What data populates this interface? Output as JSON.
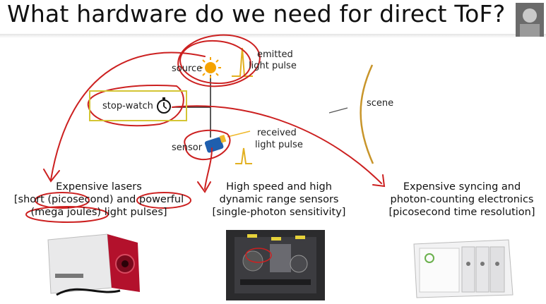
{
  "slide": {
    "title": "What hardware do we need for direct ToF?",
    "diagram": {
      "source_label": "source",
      "emitted_label_line1": "emitted",
      "emitted_label_line2": "light pulse",
      "stopwatch_label": "stop-watch",
      "scene_label": "scene",
      "sensor_label": "sensor",
      "received_label_line1": "received",
      "received_label_line2": "light pulse"
    },
    "columns": [
      {
        "line1": "Expensive lasers",
        "line2": "[short (picosecond) and powerful",
        "line3": "(mega joules) light pulses]"
      },
      {
        "line1": "High speed and high",
        "line2": "dynamic range sensors",
        "line3": "[single-photon sensitivity]"
      },
      {
        "line1": "Expensive syncing and",
        "line2": "photon-counting electronics",
        "line3": "[picosecond time resolution]"
      }
    ]
  },
  "colors": {
    "annotation_red": "#cc2020",
    "box_yellow": "#d4c534",
    "sun_orange": "#f5a300",
    "scene_curve": "#c8952a",
    "sensor_blue": "#1f5fae",
    "laser_red": "#b3112c"
  }
}
